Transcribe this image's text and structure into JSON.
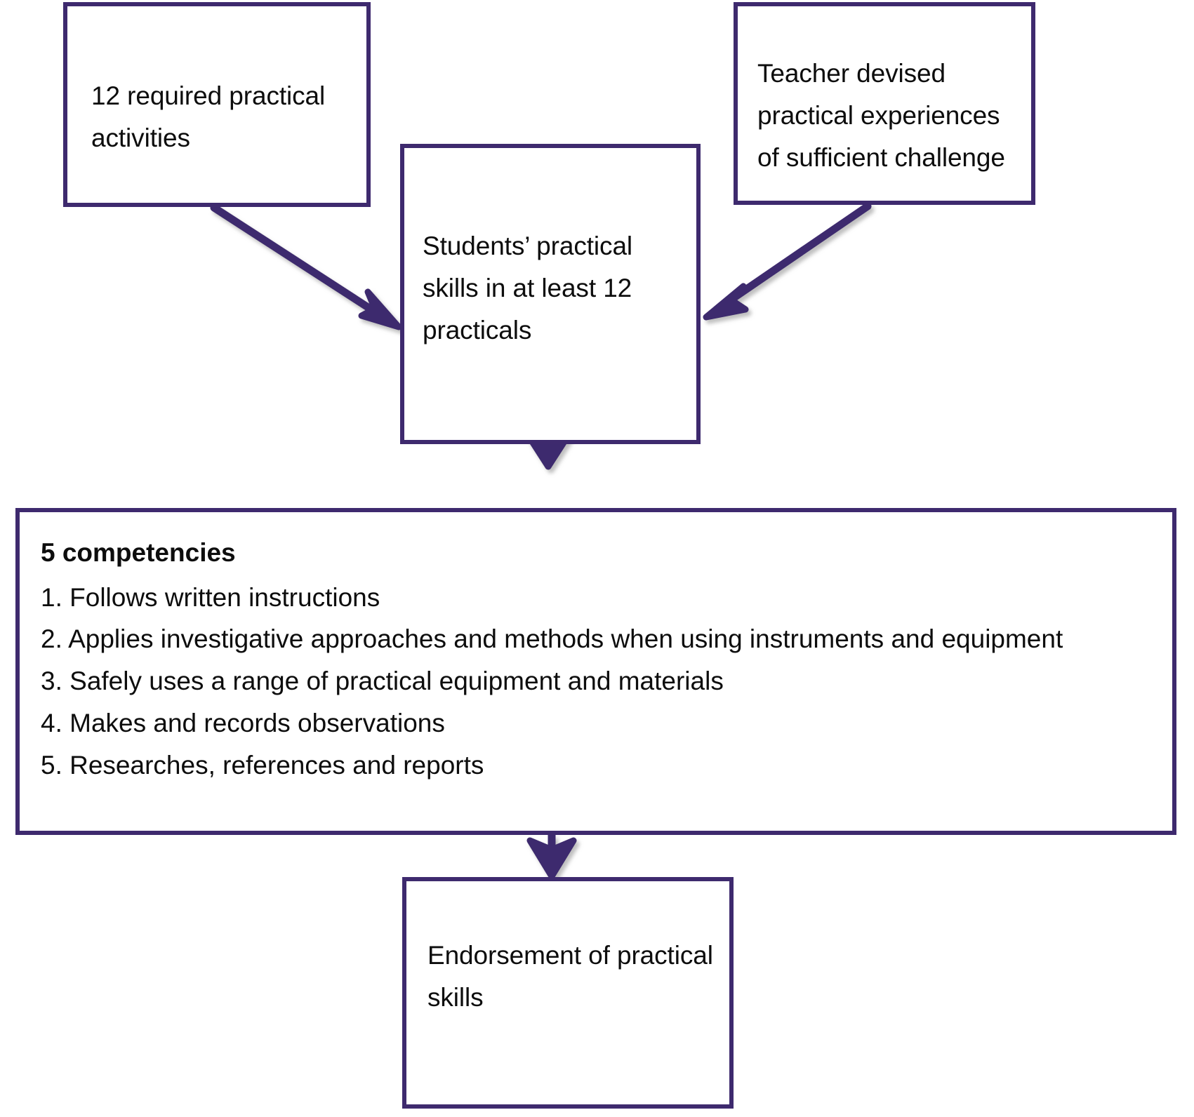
{
  "diagram": {
    "title": "Endorsement of practical skills flow",
    "accent_color": "#3E2A6E",
    "text_color": "#0D0D0D",
    "background_color": "#FFFFFF",
    "nodes": {
      "required_practicals": {
        "label": "12 required practical\nactivities"
      },
      "teacher_devised": {
        "label": "Teacher devised\npractical experiences\nof sufficient challenge"
      },
      "student_skills": {
        "label": "Students’ practical\nskills in at least 12\npracticals"
      },
      "competencies": {
        "heading": "5 competencies",
        "items": [
          "1. Follows written instructions",
          "2. Applies investigative approaches and methods when using instruments and equipment",
          "3. Safely uses a range of practical equipment and materials",
          "4. Makes and records observations",
          "5. Researches, references and reports"
        ]
      },
      "endorsement": {
        "label": "Endorsement of practical\nskills"
      }
    },
    "connectors": [
      {
        "name": "required-practicals-to-student-skills",
        "from": "required_practicals",
        "to": "student_skills",
        "style": "diagonal-arrow"
      },
      {
        "name": "teacher-devised-to-student-skills",
        "from": "teacher_devised",
        "to": "student_skills",
        "style": "diagonal-arrow"
      },
      {
        "name": "student-skills-to-competencies",
        "from": "student_skills",
        "to": "competencies",
        "style": "vertical-arrow"
      },
      {
        "name": "competencies-to-endorsement",
        "from": "competencies",
        "to": "endorsement",
        "style": "vertical-arrow"
      }
    ]
  }
}
